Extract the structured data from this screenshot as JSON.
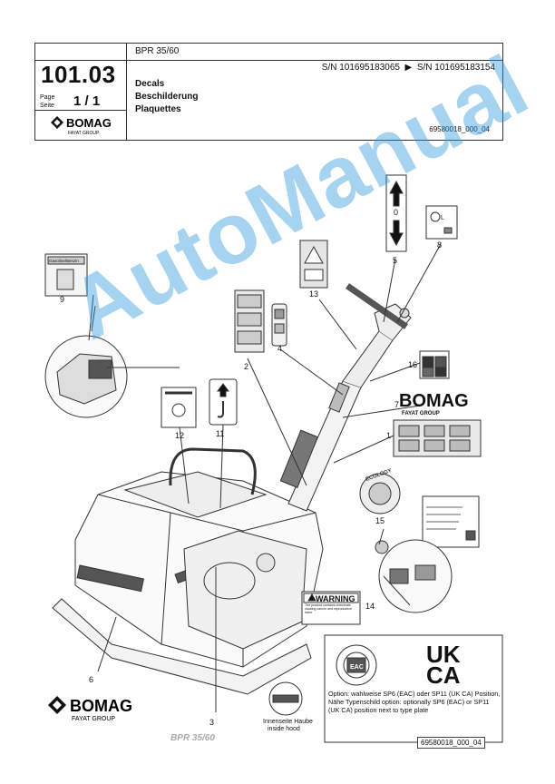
{
  "header": {
    "doc_number": "101.03",
    "page_label": "Page\nSeite",
    "page_value": "1 / 1",
    "product": "BPR 35/60",
    "serial_from": "S/N 101695183065",
    "serial_arrow": "▶",
    "serial_to": "S/N 101695183154",
    "title_en": "Decals",
    "title_de": "Beschilderung",
    "title_fr": "Plaquettes",
    "drawing_code": "69580018_000_04",
    "logo_text": "BOMAG",
    "logo_sub": "FAYAT GROUP"
  },
  "drawing": {
    "callouts": [
      "9",
      "2",
      "4",
      "13",
      "5",
      "8",
      "16",
      "7",
      "1",
      "12",
      "11",
      "6",
      "3",
      "15",
      "14"
    ],
    "decal_9_label": "Gasoline/Benzin",
    "decal_5_center": "0",
    "decal_8_text": "L",
    "decal_7_brand": "BOMAG",
    "decal_7_sub": "FAYAT GROUP",
    "warning_title": "WARNING",
    "warning_text": "The product contains chemicals causing cancer and reproductive harm",
    "ecology_label": "ECOLOGY",
    "hood_note_de": "Innenseite Haube",
    "hood_note_en": "inside hood",
    "ukca_line1": "UK",
    "ukca_line2": "CA",
    "eac_label": "EAC",
    "option_text": "Option: wahlweise SP6 (EAC) oder SP11 (UK CA) Position, Nähe Typenschild option: optionally SP6 (EAC) or SP11 (UK CA) position next to type plate",
    "base_text": "BPR 35/60",
    "watermark": "AutoManual"
  },
  "footer": {
    "code": "69580018_000_04",
    "logo_text": "BOMAG",
    "logo_sub": "FAYAT GROUP"
  },
  "colors": {
    "watermark": "#2896dc",
    "line": "#333333",
    "decal_fill": "#d8d8d8"
  }
}
